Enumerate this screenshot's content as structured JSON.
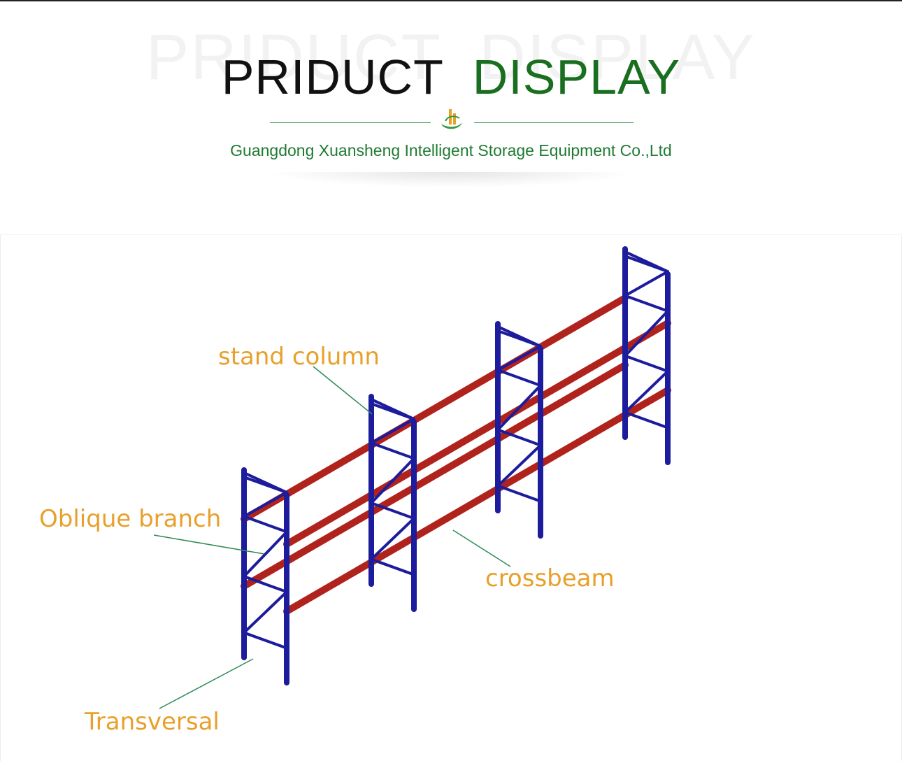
{
  "header": {
    "watermark": "PRIDUCT  DISPLAY",
    "title_dark": "PRIDUCT",
    "title_green": "DISPLAY",
    "company": "Guangdong Xuansheng Intelligent Storage Equipment Co.,Ltd"
  },
  "labels": {
    "stand_column": "stand column",
    "oblique_branch": "Oblique branch",
    "crossbeam": "crossbeam",
    "transversal": "Transversal"
  },
  "colors": {
    "upright": "#1c1c9c",
    "beam": "#b0231d",
    "label": "#e8a02b",
    "leader": "#2e8b57",
    "title_green": "#1a6e1f",
    "company_green": "#1f7a32"
  }
}
